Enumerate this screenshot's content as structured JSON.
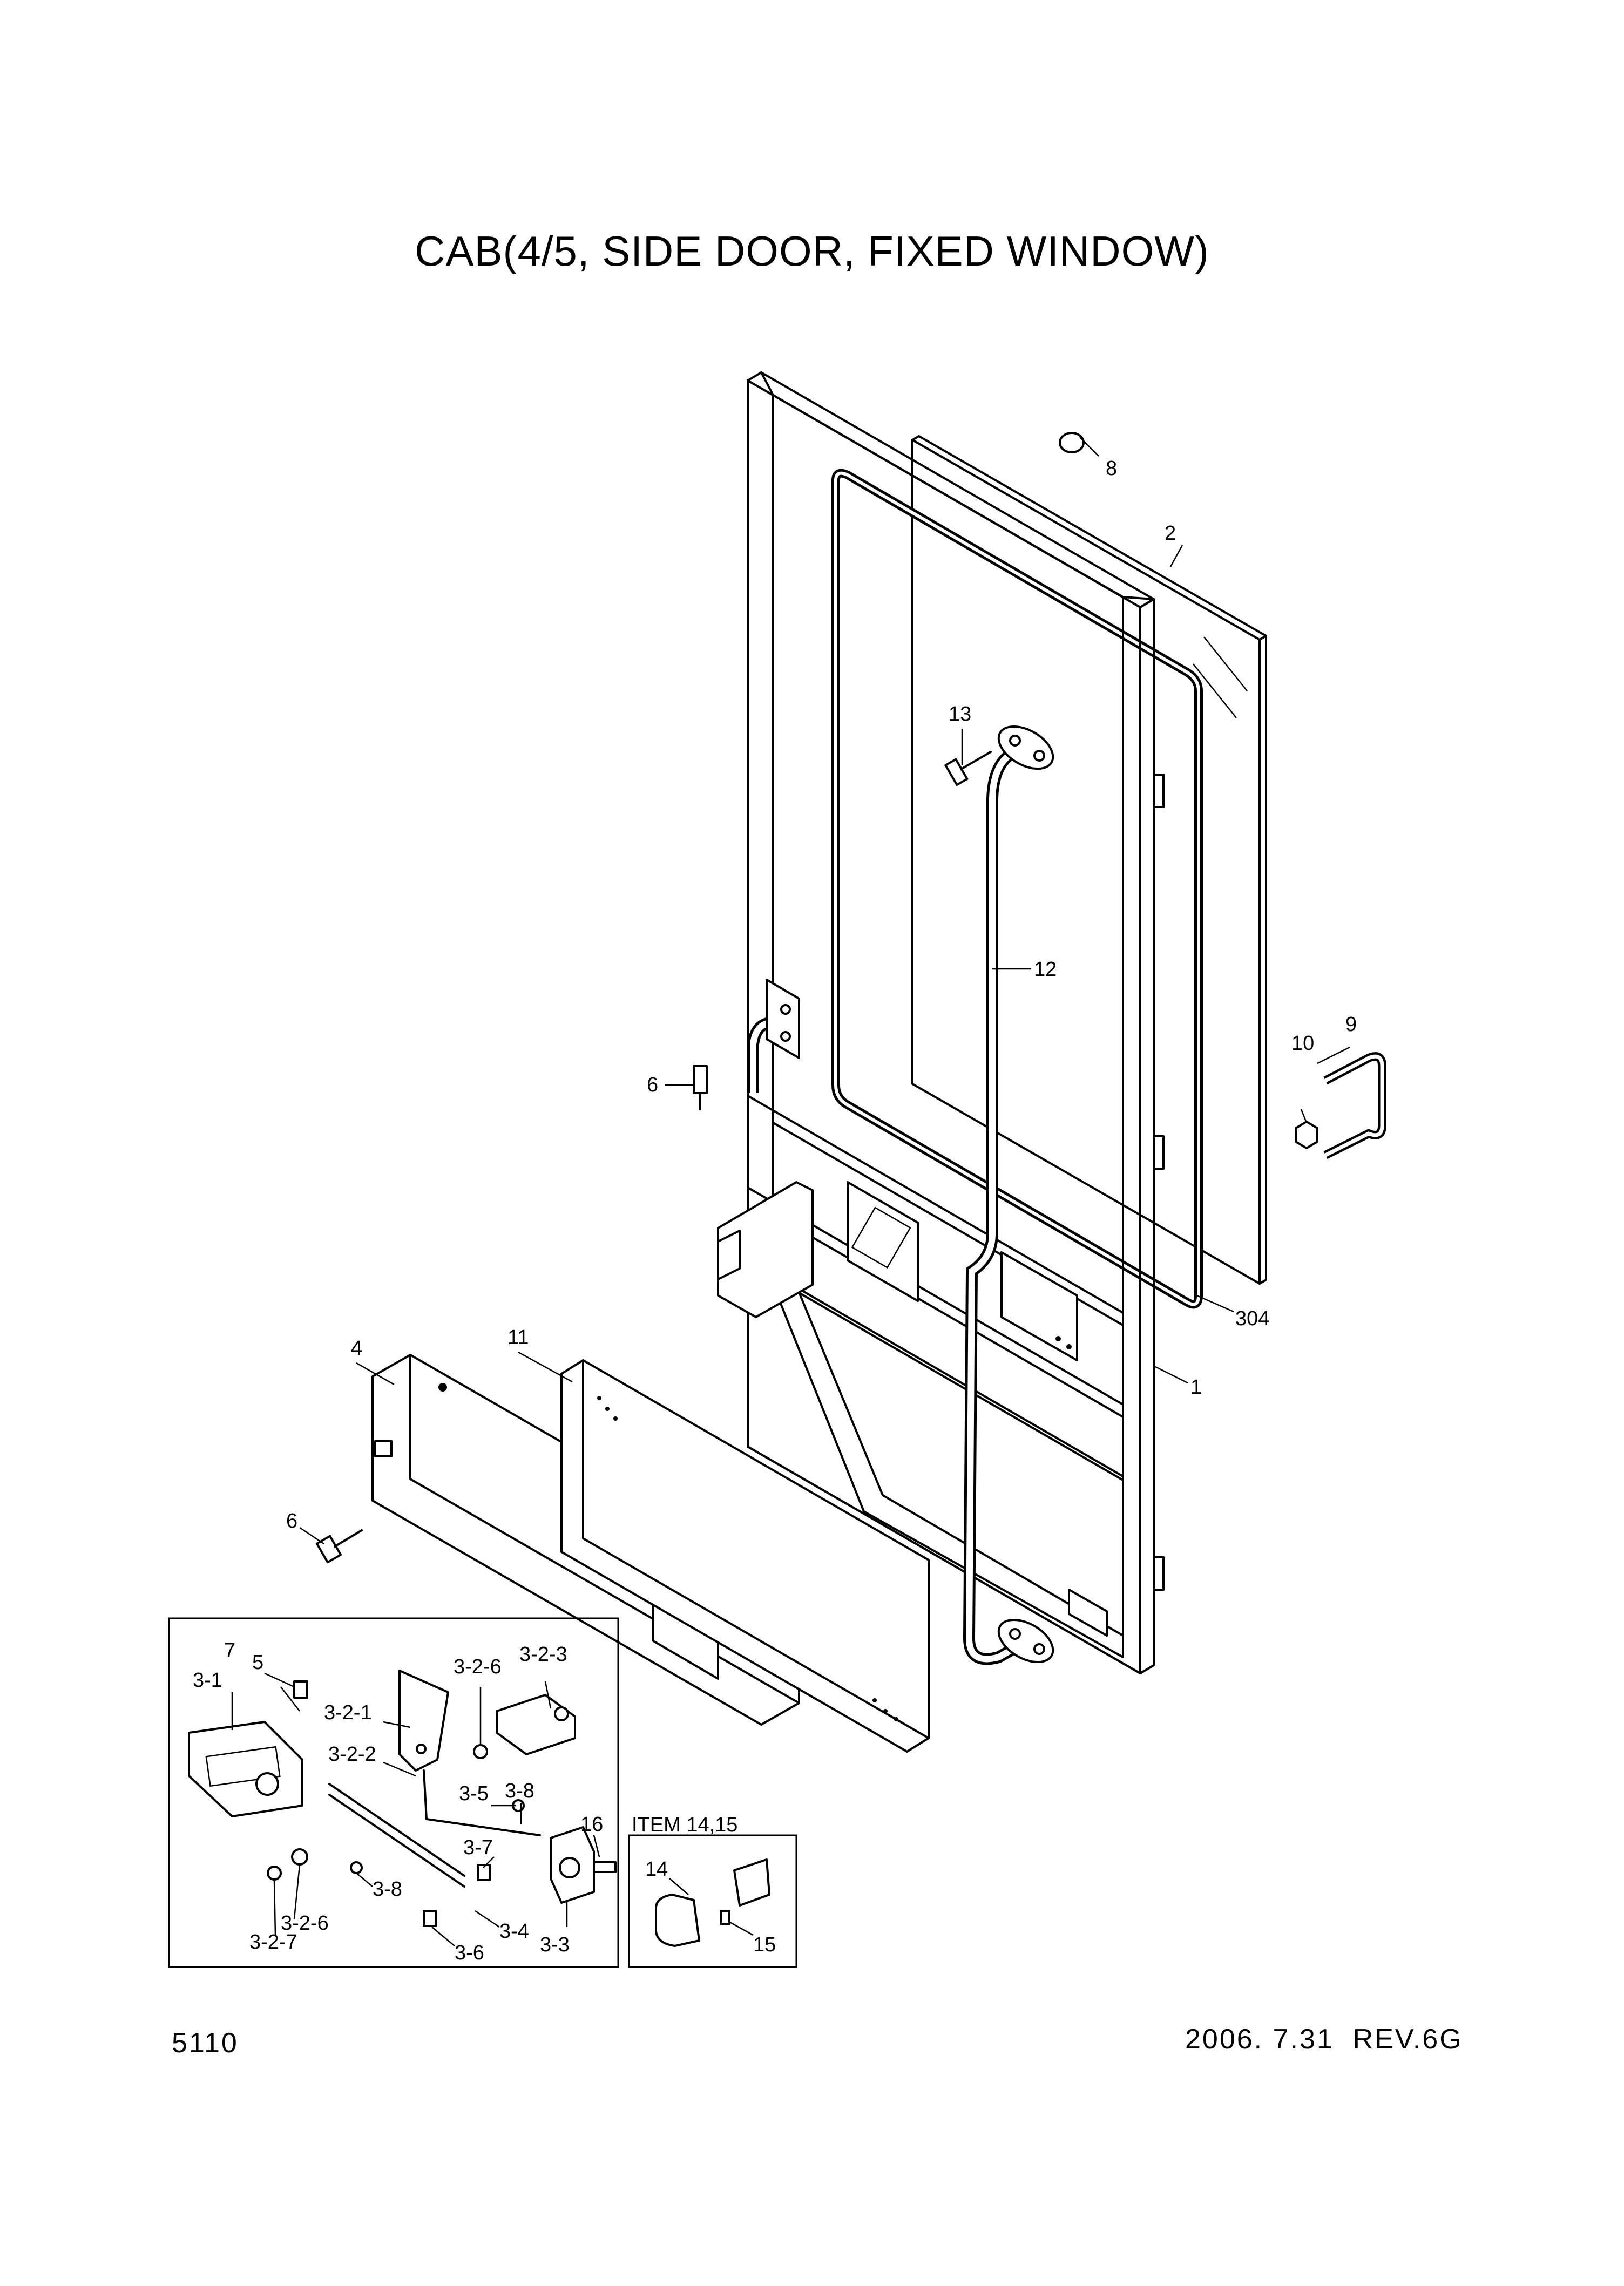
{
  "page": {
    "title": "CAB(4/5, SIDE DOOR, FIXED WINDOW)",
    "page_number": "5110",
    "revision": "2006. 7.31  REV.6G"
  },
  "callouts": {
    "c1": "1",
    "c2": "2",
    "c304": "304",
    "c4": "4",
    "c6a": "6",
    "c6b": "6",
    "c8": "8",
    "c9": "9",
    "c10": "10",
    "c11": "11",
    "c12": "12",
    "c13": "13",
    "c3_1": "3-1",
    "c7": "7",
    "c5": "5",
    "c3_2_1": "3-2-1",
    "c3_2_2": "3-2-2",
    "c3_2_6a": "3-2-6",
    "c3_2_6b": "3-2-6",
    "c3_2_7": "3-2-7",
    "c3_2_3": "3-2-3",
    "c3_5": "3-5",
    "c3_8a": "3-8",
    "c3_8b": "3-8",
    "c3_7": "3-7",
    "c3_4": "3-4",
    "c3_6": "3-6",
    "c3_3": "3-3",
    "c16": "16",
    "inset_title": "ITEM 14,15",
    "c14": "14",
    "c15": "15"
  }
}
